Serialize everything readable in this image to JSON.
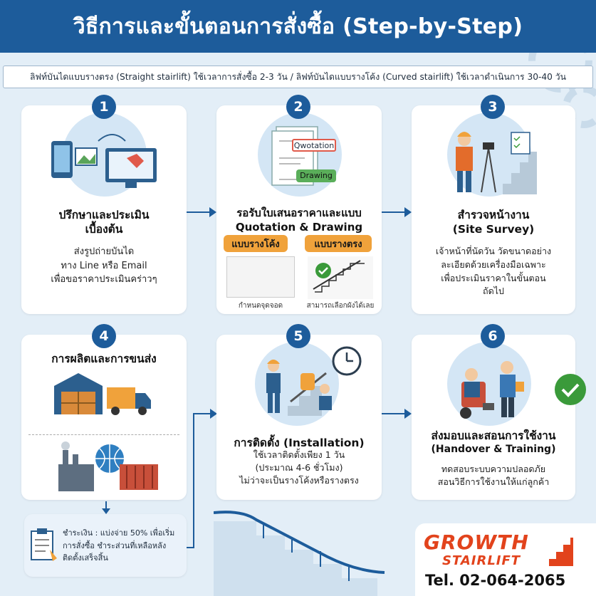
{
  "header": {
    "title": "วิธีการและขั้นตอนการสั่งซื้อ (Step-by-Step)"
  },
  "subtitle": "ลิฟท์บันไดแบบรางตรง (Straight stairlift) ใช้เวลาการสั่งซื้อ 2-3 วัน / ลิฟท์บันไดแบบรางโค้ง (Curved stairlift) ใช้เวลาดำเนินการ 30-40 วัน",
  "steps": [
    {
      "num": "1",
      "title_1": "ปรึกษาและประเมิน",
      "title_2": "เบื้องต้น",
      "body_1": "ส่งรูปถ่ายบันได",
      "body_2": "ทาง Line หรือ Email",
      "body_3": "เพื่อขอราคาประเมินคร่าวๆ"
    },
    {
      "num": "2",
      "title_1": "รอรับใบเสนอราคาและแบบ",
      "title_2": "Quotation & Drawing",
      "doc_tag_1": "Qwotation",
      "doc_tag_2": "Drawing",
      "opt_curved": "แบบรางโค้ง",
      "opt_straight": "แบบรางตรง",
      "cap_curved": "กำหนดจุดจอด",
      "cap_straight": "สามารถเลือกผังได้เลย"
    },
    {
      "num": "3",
      "title_1": "สำรวจหน้างาน",
      "title_2": "(Site Survey)",
      "body_1": "เจ้าหน้าที่นัดวัน วัดขนาดอย่าง",
      "body_2": "ละเอียดด้วยเครื่องมือเฉพาะ",
      "body_3": "เพื่อประเมินราคาในขั้นตอน",
      "body_4": "ถัดไป"
    },
    {
      "num": "4",
      "title_1": "การผลิตและการขนส่ง"
    },
    {
      "num": "5",
      "title_1": "การติดตั้ง (Installation)",
      "body_1": "ใช้เวลาติดตั้งเพียง 1 วัน",
      "body_2": "(ประมาณ 4-6 ชั่วโมง)",
      "body_3": "ไม่ว่าจะเป็นรางโค้งหรือรางตรง"
    },
    {
      "num": "6",
      "title_1": "ส่งมอบและสอนการใช้งาน",
      "title_2": "(Handover & Training)",
      "body_1": "ทดสอบระบบความปลอดภัย",
      "body_2": "สอนวิธีการใช้งานให้แก่ลูกค้า"
    }
  ],
  "payment": {
    "line_1": "ชำระเงิน : แบ่งจ่าย 50% เพื่อเริ่ม",
    "line_2": "การสั่งซื้อ ชำระส่วนที่เหลือหลัง",
    "line_3": "ติดตั้งเสร็จสิ้น"
  },
  "brand": {
    "name_1": "GROWTH",
    "name_2": "STAIRLIFT",
    "tel": "Tel. 02-064-2065"
  },
  "colors": {
    "primary": "#1d5c9b",
    "accent": "#f0a23b",
    "brand_red": "#e2431c"
  }
}
